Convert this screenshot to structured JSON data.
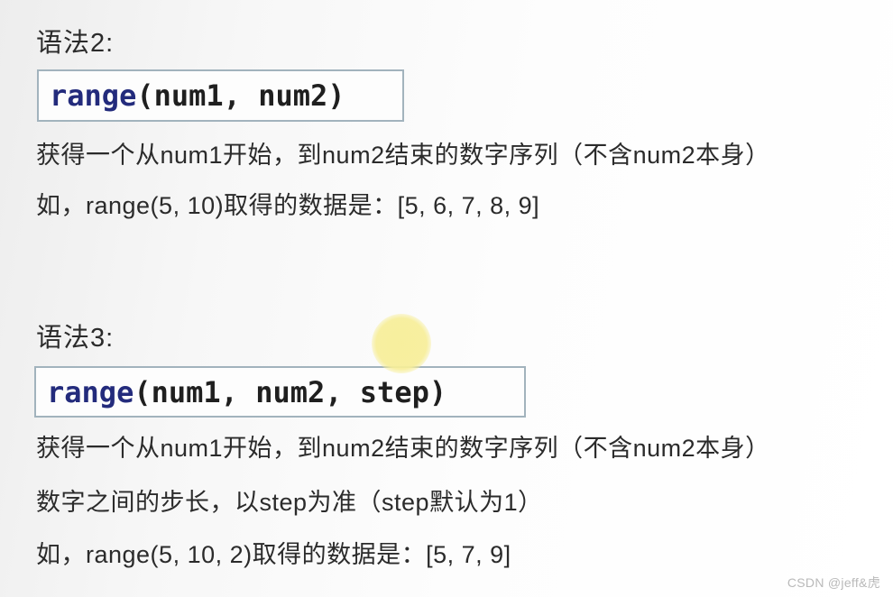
{
  "page": {
    "watermark": "CSDN @jeff&虎"
  },
  "colors": {
    "keyword_navy": "#232b7c",
    "code_text": "#1f1f1f",
    "body_text": "#2b2b2b",
    "box_border": "#a2b3bd",
    "box_background": "#fdfdfd",
    "highlight_yellow": "#f7ee98",
    "watermark_gray": "#b9b9b9"
  },
  "sections": [
    {
      "heading": "语法2:",
      "code": {
        "keyword": "range",
        "args": "(num1, num2)"
      },
      "lines": [
        "获得一个从num1开始，到num2结束的数字序列（不含num2本身）",
        "如，range(5, 10)取得的数据是：[5, 6, 7, 8, 9]"
      ]
    },
    {
      "heading": "语法3:",
      "code": {
        "keyword": "range",
        "args": "(num1, num2, step)"
      },
      "lines": [
        "获得一个从num1开始，到num2结束的数字序列（不含num2本身）",
        "数字之间的步长，以step为准（step默认为1）",
        "如，range(5, 10, 2)取得的数据是：[5, 7, 9]"
      ]
    }
  ]
}
